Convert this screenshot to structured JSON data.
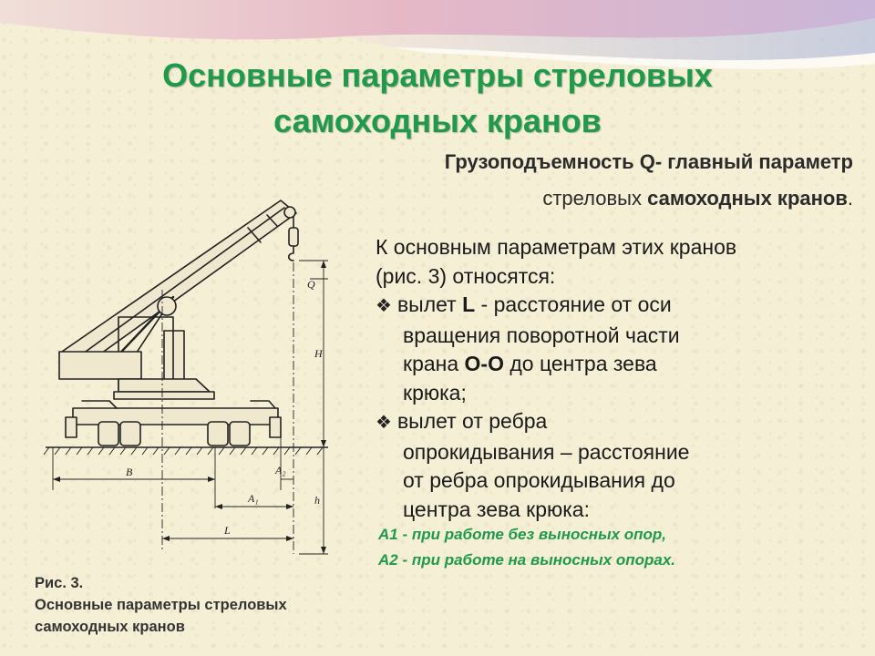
{
  "slide": {
    "title_line1": "Основные параметры стреловых",
    "title_line2": "самоходных кранов",
    "subtitle_line1": "Грузоподъемность Q- главный параметр",
    "subtitle_line2_regular": "стреловых ",
    "subtitle_line2_bold": "самоходных кранов",
    "subtitle_line2_end": "."
  },
  "body": {
    "intro_line1": "К основным параметрам этих кранов",
    "intro_line2": "(рис. 3) относятся:",
    "bullet_symbol": "❖",
    "bullet1_line1_pre": "вылет ",
    "bullet1_line1_bold": "L",
    "bullet1_line1_post": " - расстояние от оси",
    "bullet1_line2": "вращения поворотной части",
    "bullet1_line3_pre": "крана ",
    "bullet1_line3_bold": "О-О",
    "bullet1_line3_post": " до центра зева",
    "bullet1_line4": "крюка;",
    "bullet2_line1": "вылет от ребра",
    "bullet2_line2": "опрокидывания – расстояние",
    "bullet2_line3": "от ребра опрокидывания до",
    "bullet2_line4": "центра зева крюка:"
  },
  "notes": {
    "a1": "А1 - при     работе без выносных опор,",
    "a2": "А2 - при работе на выносных опорах."
  },
  "caption": {
    "line1": "Рис. 3.",
    "line2": "Основные параметры стреловых",
    "line3": "самоходных кранов"
  },
  "diagram_labels": {
    "q": "Q",
    "h_upper": "H",
    "h_lower": "h",
    "b": "B",
    "a2": "A₂",
    "a1": "A₁",
    "l": "L"
  },
  "colors": {
    "title": "#1f9a4a",
    "notes": "#1f9a4a",
    "background": "#f5efd6",
    "wave_top": "#d9a7b8"
  }
}
